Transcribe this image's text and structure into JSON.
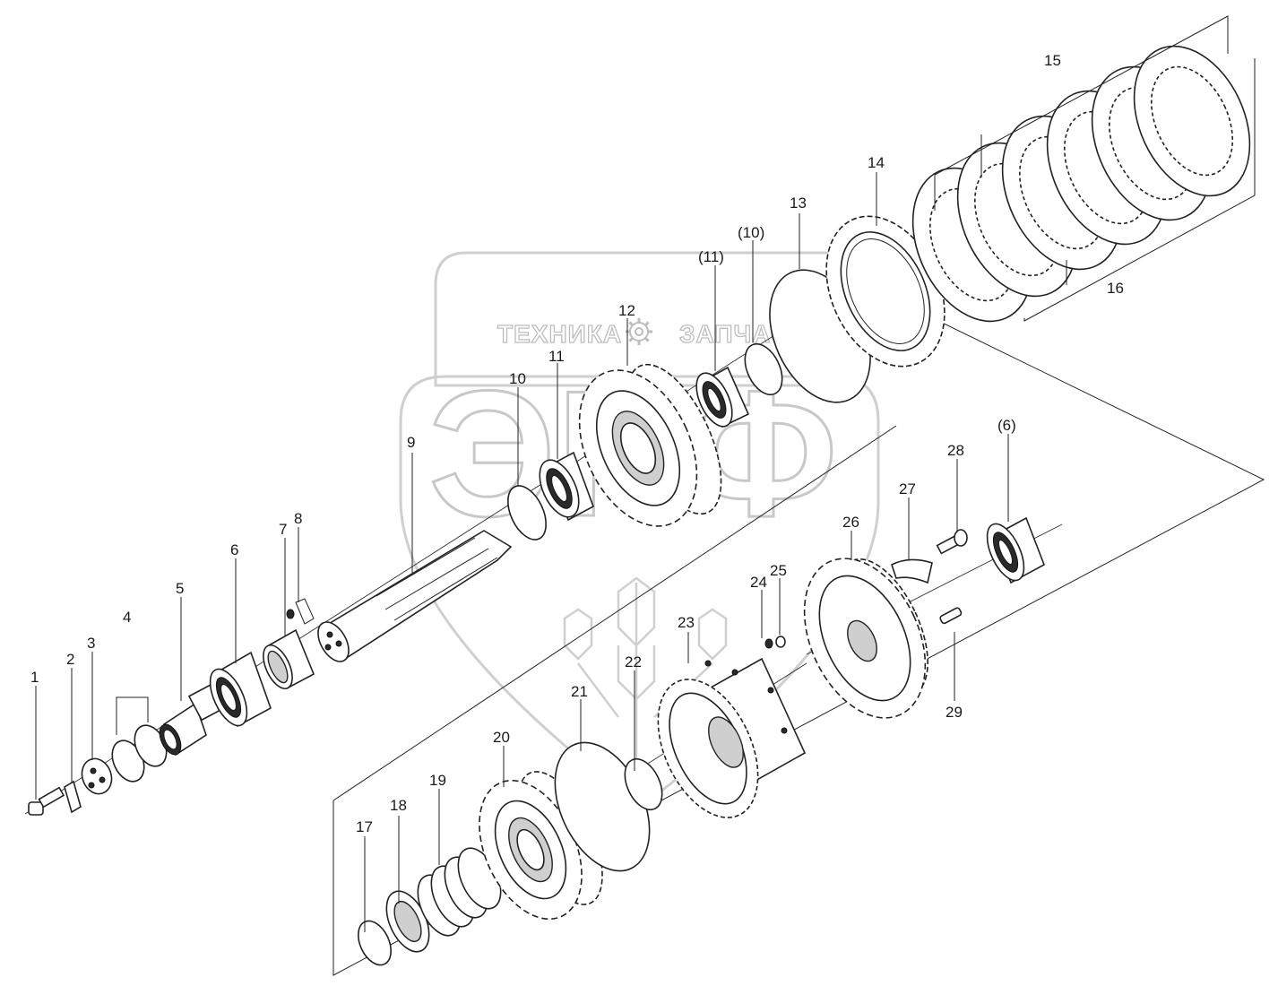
{
  "watermark": {
    "left_word": "ТЕХНИКА",
    "right_word": "ЗАПЧАСТИ",
    "logo_letters": "ЭПФ"
  },
  "callouts": [
    {
      "id": "c1",
      "text": "1"
    },
    {
      "id": "c2",
      "text": "2"
    },
    {
      "id": "c3",
      "text": "3"
    },
    {
      "id": "c4",
      "text": "4"
    },
    {
      "id": "c5",
      "text": "5"
    },
    {
      "id": "c6",
      "text": "6"
    },
    {
      "id": "c7",
      "text": "7"
    },
    {
      "id": "c8",
      "text": "8"
    },
    {
      "id": "c9",
      "text": "9"
    },
    {
      "id": "c10",
      "text": "10"
    },
    {
      "id": "c11",
      "text": "11"
    },
    {
      "id": "c12",
      "text": "12"
    },
    {
      "id": "c10b",
      "text": "(10)"
    },
    {
      "id": "c11b",
      "text": "(11)"
    },
    {
      "id": "c13",
      "text": "13"
    },
    {
      "id": "c14",
      "text": "14"
    },
    {
      "id": "c15",
      "text": "15"
    },
    {
      "id": "c16",
      "text": "16"
    },
    {
      "id": "c17",
      "text": "17"
    },
    {
      "id": "c18",
      "text": "18"
    },
    {
      "id": "c19",
      "text": "19"
    },
    {
      "id": "c20",
      "text": "20"
    },
    {
      "id": "c21",
      "text": "21"
    },
    {
      "id": "c22",
      "text": "22"
    },
    {
      "id": "c23",
      "text": "23"
    },
    {
      "id": "c24",
      "text": "24"
    },
    {
      "id": "c25",
      "text": "25"
    },
    {
      "id": "c26",
      "text": "26"
    },
    {
      "id": "c27",
      "text": "27"
    },
    {
      "id": "c28",
      "text": "28"
    },
    {
      "id": "c29",
      "text": "29"
    },
    {
      "id": "c6b",
      "text": "(6)"
    }
  ]
}
